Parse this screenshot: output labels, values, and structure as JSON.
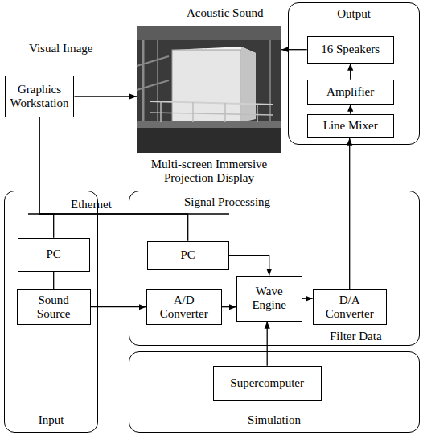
{
  "diagram": {
    "nodes": [
      {
        "text": [
          "Output"
        ]
      },
      {
        "text": [
          "16 Speakers"
        ],
        "in": 0
      },
      {
        "text": [
          "Amplifier"
        ],
        "in": 0
      },
      {
        "text": [
          "Line Mixer"
        ],
        "in": 0
      },
      {
        "text": [
          "Graphics Workstation"
        ]
      },
      {
        "text": [
          "Multi-screen Immersive Projection Display"
        ]
      },
      {
        "text": [
          "Input"
        ]
      },
      {
        "text": [
          "PC"
        ],
        "in": 6
      },
      {
        "text": [
          "Sound Source"
        ],
        "in": 6
      },
      {
        "text": [
          "Signal Processing"
        ]
      },
      {
        "text": [
          "PC"
        ],
        "in": 9
      },
      {
        "text": [
          "A/D Converter"
        ],
        "in": 9
      },
      {
        "text": [
          "Wave Engine"
        ],
        "in": 9
      },
      {
        "text": [
          "D/A Converter"
        ],
        "in": 9
      },
      {
        "text": [
          "Simulation"
        ]
      },
      {
        "text": [
          "Supercomputer"
        ],
        "in": 14
      }
    ],
    "edges": [
      {
        "from": 3,
        "to": 2,
        "arrow": "to"
      },
      {
        "from": 2,
        "to": 1,
        "arrow": "to"
      },
      {
        "from": 1,
        "to": 5,
        "arrow": "to",
        "label": "Acoustic Sound"
      },
      {
        "from": 4,
        "to": 5,
        "arrow": "to",
        "label": "Visual Image"
      },
      {
        "from": 4,
        "to": 7,
        "arrow": "none"
      },
      {
        "from": 4,
        "to": 10,
        "arrow": "none"
      },
      {
        "from": 7,
        "to": 8,
        "arrow": "none"
      },
      {
        "from": 8,
        "to": 11,
        "arrow": "to"
      },
      {
        "from": 11,
        "to": 12,
        "arrow": "to"
      },
      {
        "from": 10,
        "to": 12,
        "arrow": "to"
      },
      {
        "from": 12,
        "to": 13,
        "arrow": "to"
      },
      {
        "from": 13,
        "to": 3,
        "arrow": "to"
      },
      {
        "from": 15,
        "to": 12,
        "arrow": "to"
      }
    ],
    "labels": [
      "Ethernet",
      "Filter Data"
    ]
  }
}
